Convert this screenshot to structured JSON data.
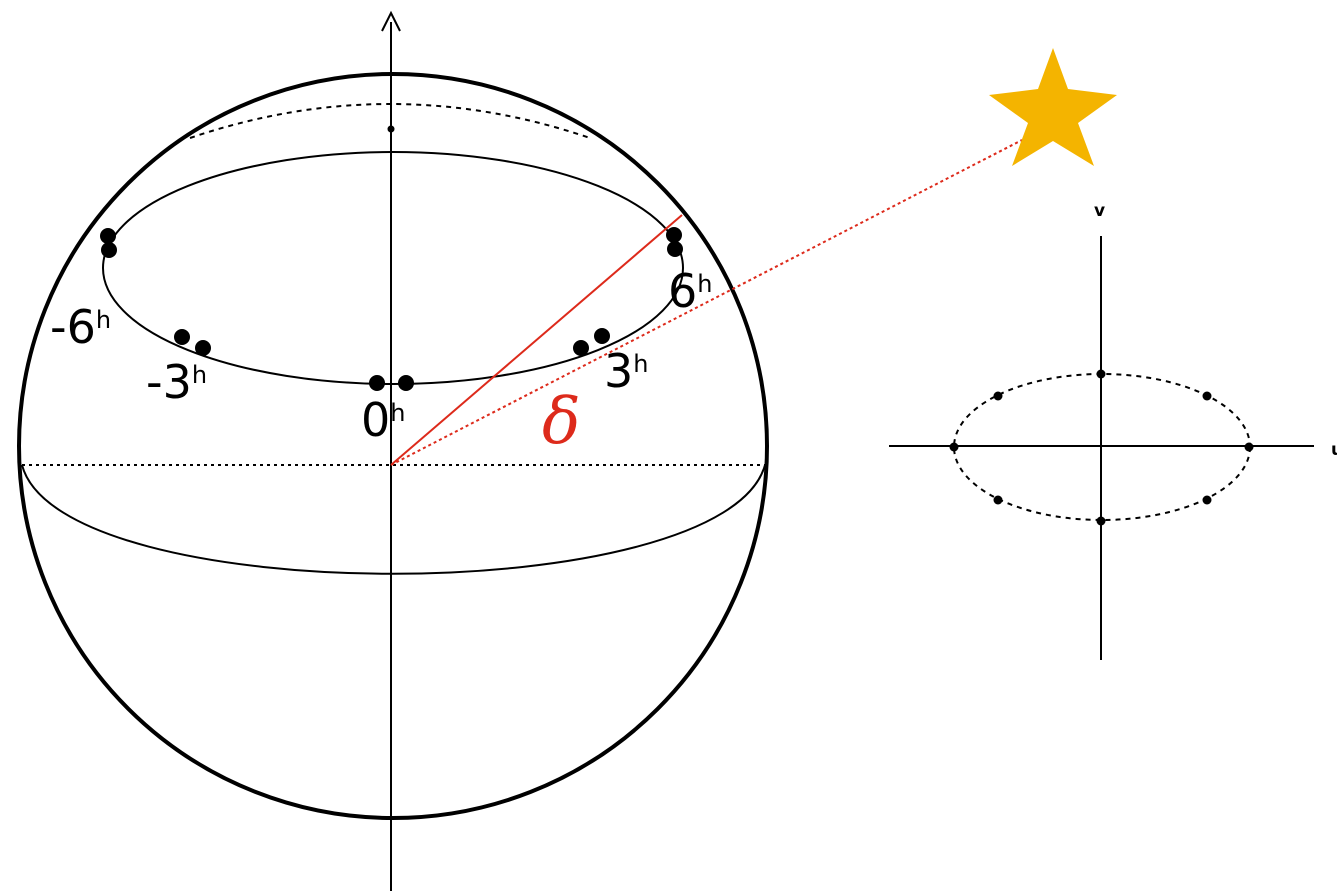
{
  "colors": {
    "line": "#000000",
    "accent": "#dd2a1b",
    "star": "#f4b400"
  },
  "sphere": {
    "hour_labels": [
      {
        "hour": "-6",
        "unit": "h"
      },
      {
        "hour": "-3",
        "unit": "h"
      },
      {
        "hour": "0",
        "unit": "h"
      },
      {
        "hour": "3",
        "unit": "h"
      },
      {
        "hour": "6",
        "unit": "h"
      }
    ],
    "declination_symbol": "δ",
    "star_icon": "star-icon"
  },
  "uv_plane": {
    "v_axis_label": "v",
    "u_axis_label": "u"
  }
}
